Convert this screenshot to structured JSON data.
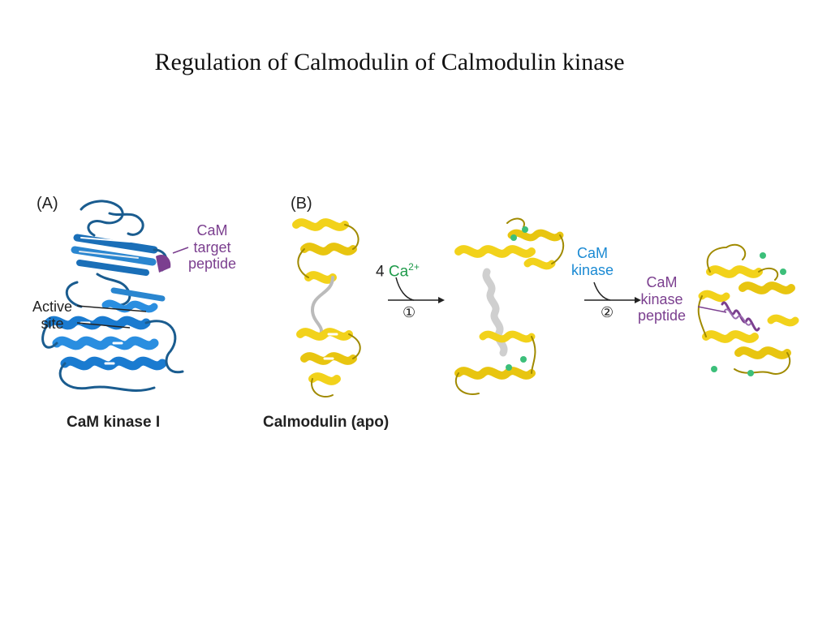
{
  "title": "Regulation of Calmodulin of Calmodulin kinase",
  "panel_a": {
    "letter": "(A)",
    "target_label": [
      "CaM",
      "target",
      "peptide"
    ],
    "active_label": [
      "Active",
      "site"
    ],
    "caption": "CaM kinase I"
  },
  "panel_b": {
    "letter": "(B)",
    "caption": "Calmodulin (apo)",
    "step1": {
      "coef": "4",
      "ion": "Ca",
      "charge": "2+",
      "number": "①"
    },
    "step2": {
      "above": [
        "CaM",
        "kinase"
      ],
      "number": "②"
    },
    "peptide_label": [
      "CaM",
      "kinase",
      "peptide"
    ]
  },
  "colors": {
    "kinase_blue": "#1a6fb8",
    "calmodulin_yellow": "#f2d21b",
    "peptide_purple": "#7b3f8f",
    "calcium_green": "#3cbf7a",
    "label_blue": "#1b8ad3"
  }
}
